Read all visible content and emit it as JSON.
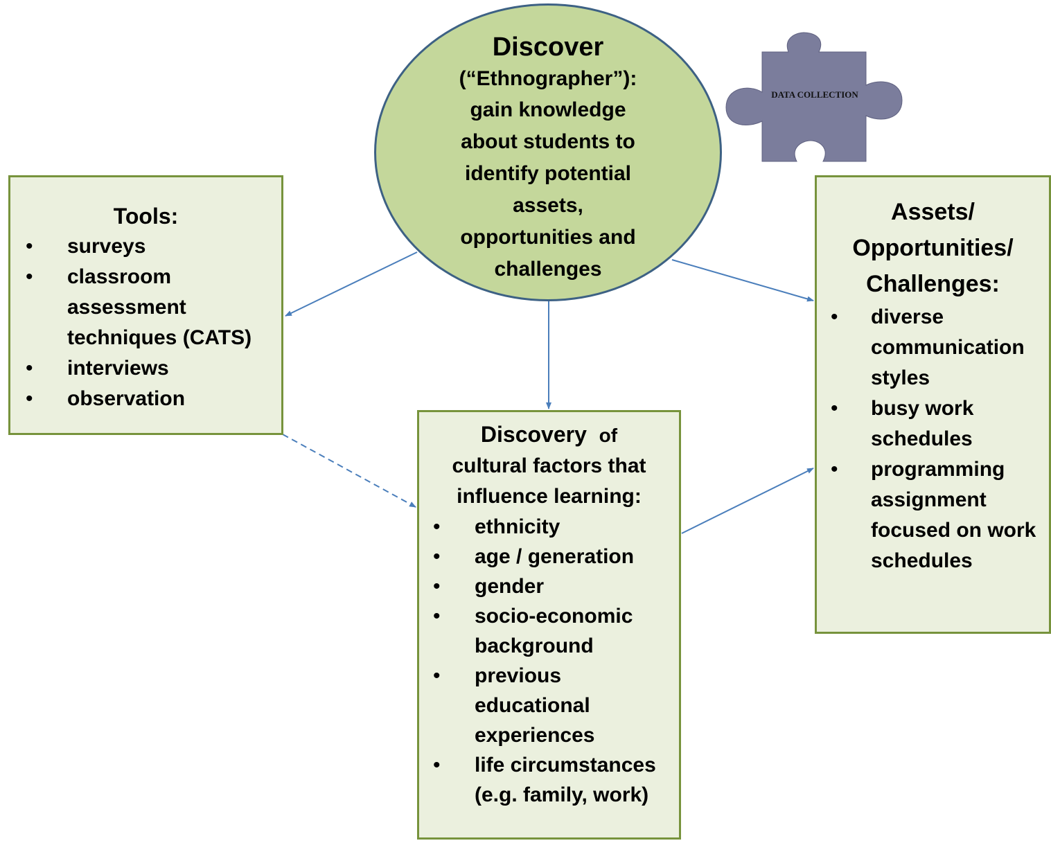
{
  "center": {
    "title": "Discover",
    "subtitle": "(“Ethnographer”):",
    "lines": [
      "gain knowledge",
      "about students to",
      "identify potential",
      "assets,",
      "opportunities and",
      "challenges"
    ]
  },
  "puzzle": {
    "label": "DATA COLLECTION",
    "color": "#7b7d9c"
  },
  "tools": {
    "title": "Tools:",
    "items": [
      "surveys",
      "classroom assessment techniques (CATS)",
      "interviews",
      "observation"
    ]
  },
  "discovery": {
    "title_main": "Discovery",
    "title_small": "of",
    "subtitle_lines": [
      "cultural factors that",
      "influence learning:"
    ],
    "items": [
      "ethnicity",
      "age / generation",
      "gender",
      "socio-economic background",
      "previous educational experiences",
      "life circumstances (e.g. family, work)"
    ]
  },
  "assets": {
    "title_lines": [
      "Assets/",
      "Opportunities/",
      "Challenges:"
    ],
    "items": [
      "diverse communication styles",
      "busy work schedules",
      "programming assignment focused on work schedules"
    ]
  },
  "colors": {
    "ellipse_fill": "#c4d79b",
    "ellipse_border": "#3d6184",
    "box_fill": "#ebf0de",
    "box_border": "#77933c",
    "arrow": "#4a7ebb"
  }
}
